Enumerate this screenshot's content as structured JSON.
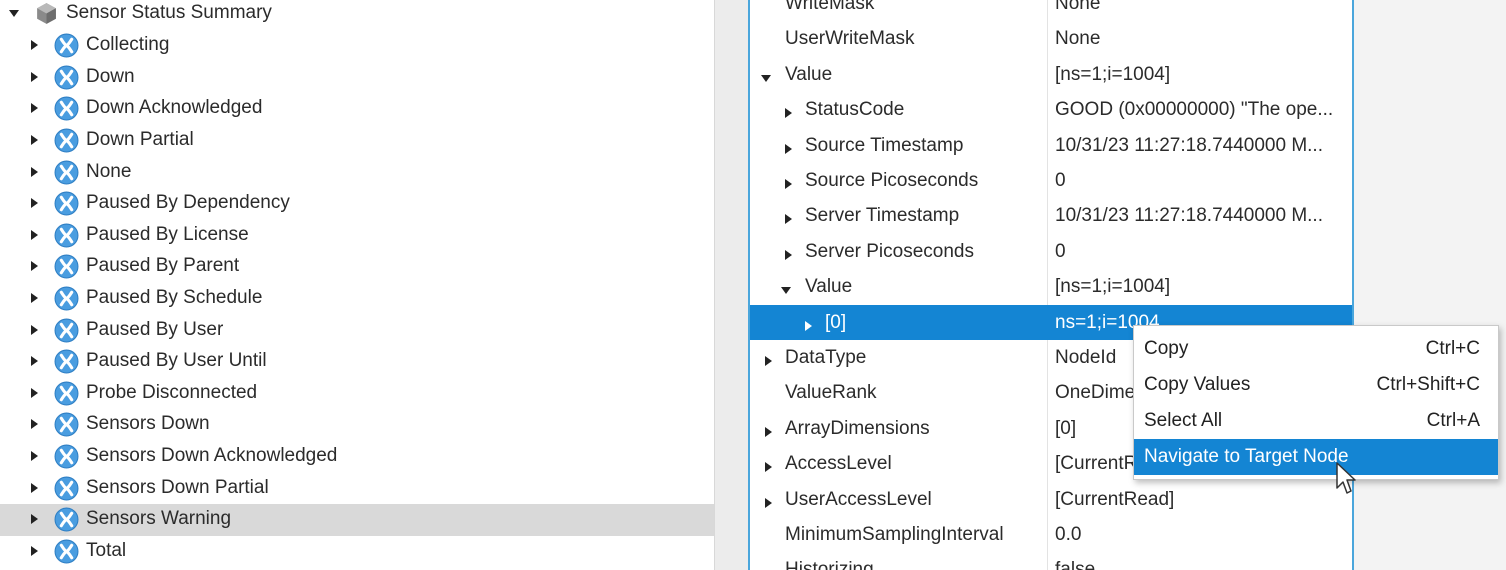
{
  "tree": {
    "root": {
      "label": "Sensor Status Summary",
      "expanded": true,
      "icon": "folder-cube-icon"
    },
    "items": [
      {
        "label": "Collecting"
      },
      {
        "label": "Down"
      },
      {
        "label": "Down Acknowledged"
      },
      {
        "label": "Down Partial"
      },
      {
        "label": "None"
      },
      {
        "label": "Paused By Dependency"
      },
      {
        "label": "Paused By License"
      },
      {
        "label": "Paused By Parent"
      },
      {
        "label": "Paused By Schedule"
      },
      {
        "label": "Paused By User"
      },
      {
        "label": "Paused By User Until"
      },
      {
        "label": "Probe Disconnected"
      },
      {
        "label": "Sensors Down"
      },
      {
        "label": "Sensors Down Acknowledged"
      },
      {
        "label": "Sensors Down Partial"
      },
      {
        "label": "Sensors Warning",
        "selected": true
      },
      {
        "label": "Total"
      }
    ],
    "item_icon": "object-node-icon",
    "selected_color": "#d9d9d9"
  },
  "properties": {
    "rows": [
      {
        "name": "WriteMask",
        "value": "None",
        "indent": 0,
        "toggle": "none"
      },
      {
        "name": "UserWriteMask",
        "value": "None",
        "indent": 0,
        "toggle": "none"
      },
      {
        "name": "Value",
        "value": "[ns=1;i=1004]",
        "indent": 0,
        "toggle": "expanded"
      },
      {
        "name": "StatusCode",
        "value": "GOOD (0x00000000) \"The ope...",
        "indent": 1,
        "toggle": "collapsed"
      },
      {
        "name": "Source Timestamp",
        "value": "10/31/23 11:27:18.7440000 M...",
        "indent": 1,
        "toggle": "collapsed"
      },
      {
        "name": "Source Picoseconds",
        "value": "0",
        "indent": 1,
        "toggle": "collapsed"
      },
      {
        "name": "Server Timestamp",
        "value": "10/31/23 11:27:18.7440000 M...",
        "indent": 1,
        "toggle": "collapsed"
      },
      {
        "name": "Server Picoseconds",
        "value": "0",
        "indent": 1,
        "toggle": "collapsed"
      },
      {
        "name": "Value",
        "value": "[ns=1;i=1004]",
        "indent": 1,
        "toggle": "expanded"
      },
      {
        "name": "[0]",
        "value": "ns=1;i=1004",
        "indent": 2,
        "toggle": "collapsed",
        "selected": true
      },
      {
        "name": "DataType",
        "value": "NodeId",
        "indent": 0,
        "toggle": "collapsed"
      },
      {
        "name": "ValueRank",
        "value": "OneDimension",
        "indent": 0,
        "toggle": "none"
      },
      {
        "name": "ArrayDimensions",
        "value": "[0]",
        "indent": 0,
        "toggle": "collapsed"
      },
      {
        "name": "AccessLevel",
        "value": "[CurrentRead]",
        "indent": 0,
        "toggle": "collapsed"
      },
      {
        "name": "UserAccessLevel",
        "value": "[CurrentRead]",
        "indent": 0,
        "toggle": "collapsed"
      },
      {
        "name": "MinimumSamplingInterval",
        "value": "0.0",
        "indent": 0,
        "toggle": "none"
      },
      {
        "name": "Historizing",
        "value": "false",
        "indent": 0,
        "toggle": "none"
      }
    ],
    "selected_color": "#1485d3",
    "border_color": "#4aa6dc"
  },
  "context_menu": {
    "items": [
      {
        "label": "Copy",
        "shortcut": "Ctrl+C"
      },
      {
        "label": "Copy Values",
        "shortcut": "Ctrl+Shift+C"
      },
      {
        "label": "Select All",
        "shortcut": "Ctrl+A"
      },
      {
        "label": "Navigate to Target Node",
        "shortcut": "",
        "highlighted": true
      }
    ]
  }
}
